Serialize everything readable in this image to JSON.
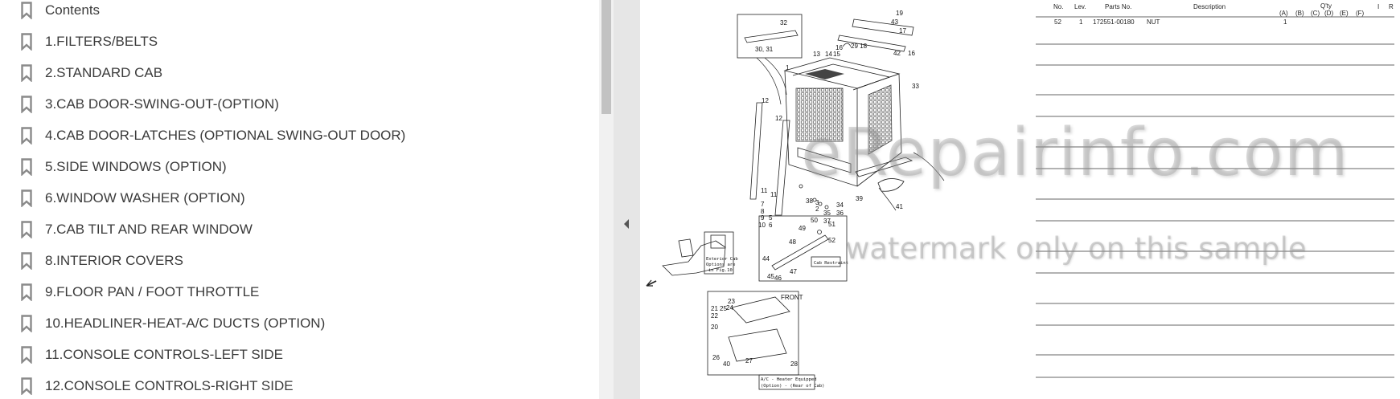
{
  "sidebar": {
    "items": [
      {
        "label": "Contents"
      },
      {
        "label": "1.FILTERS/BELTS"
      },
      {
        "label": "2.STANDARD CAB"
      },
      {
        "label": "3.CAB DOOR-SWING-OUT-(OPTION)"
      },
      {
        "label": "4.CAB DOOR-LATCHES (OPTIONAL SWING-OUT DOOR)"
      },
      {
        "label": "5.SIDE WINDOWS (OPTION)"
      },
      {
        "label": "6.WINDOW WASHER (OPTION)"
      },
      {
        "label": "7.CAB TILT AND REAR WINDOW"
      },
      {
        "label": "8.INTERIOR COVERS"
      },
      {
        "label": "9.FLOOR PAN / FOOT THROTTLE"
      },
      {
        "label": "10.HEADLINER-HEAT-A/C DUCTS (OPTION)"
      },
      {
        "label": "11.CONSOLE CONTROLS-LEFT SIDE"
      },
      {
        "label": "12.CONSOLE CONTROLS-RIGHT SIDE"
      }
    ],
    "icon": "bookmark-icon"
  },
  "document": {
    "table": {
      "headers": {
        "no": "No.",
        "lev": "Lev.",
        "parts_no": "Parts No.",
        "description": "Description",
        "qty": "Q'ty",
        "i": "I",
        "r": "R"
      },
      "qty_columns": [
        "(A)",
        "(B)",
        "(C)",
        "(D)",
        "(E)",
        "(F)"
      ],
      "rows": [
        {
          "no": "52",
          "lev": "1",
          "parts_no": "172551-00180",
          "description": "NUT",
          "qty_a": "1"
        }
      ]
    },
    "callouts": {
      "c32": "32",
      "c3031": "30, 31",
      "c19": "19",
      "c43": "43",
      "c17": "17",
      "c16a": "16",
      "c16b": "16",
      "c2918": "29 18",
      "c1": "1",
      "c13": "13",
      "c14": "14",
      "c15": "15",
      "c42": "42",
      "c33": "33",
      "c12a": "12",
      "c12b": "12",
      "c11a": "11",
      "c11b": "11",
      "c7": "7",
      "c8": "8",
      "c9": "9",
      "c10": "10",
      "c5": "5",
      "c6": "6",
      "c38": "38",
      "c3": "3",
      "c2": "2",
      "c34": "34",
      "c35": "35",
      "c36": "36",
      "c37": "37",
      "c39": "39",
      "c41": "41",
      "c50": "50",
      "c51": "51",
      "c49": "49",
      "c52": "52",
      "c48": "48",
      "c44": "44",
      "c45": "45",
      "c46": "46",
      "c47": "47",
      "c23": "23",
      "c24": "24",
      "c21": "21",
      "c25": "25",
      "c22": "22",
      "c20": "20",
      "c26": "26",
      "c40": "40",
      "c27": "27",
      "c28": "28",
      "front": "FRONT"
    },
    "notes": {
      "exterior_1": "Exterior Cab",
      "exterior_2": "Options are",
      "exterior_3": "in Fig.10",
      "restraint": "Cab Restraint",
      "ac_1": "A/C - Heater Equipped",
      "ac_2": "(Option) - (Rear of Cab)"
    },
    "watermark_main": "eRepairinfo.com",
    "watermark_sub": "watermark only on this sample"
  },
  "colors": {
    "bookmark": "#8a8a8a",
    "gutter": "#e6e6e6",
    "scroll_thumb": "#c2c2c2"
  }
}
